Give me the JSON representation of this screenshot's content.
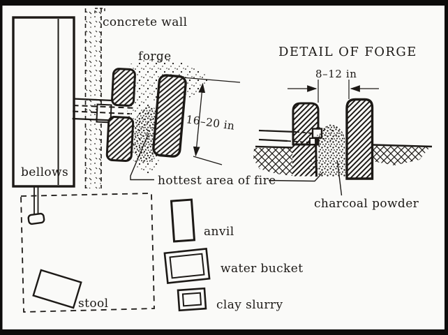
{
  "figure": {
    "detail_title": "DETAIL OF FORGE",
    "labels": {
      "concrete_wall": "concrete wall",
      "forge": "forge",
      "bellows": "bellows",
      "hottest_area": "hottest area of fire",
      "charcoal_powder": "charcoal powder",
      "anvil": "anvil",
      "water_bucket": "water bucket",
      "clay_slurry": "clay slurry",
      "stool": "stool"
    },
    "dimensions": {
      "forge_length": "16–20 in",
      "pit_width": "8–12 in"
    },
    "colors": {
      "ink": "#1c1916",
      "paper": "#fafaf8",
      "frame": "#0d0c0b"
    }
  }
}
